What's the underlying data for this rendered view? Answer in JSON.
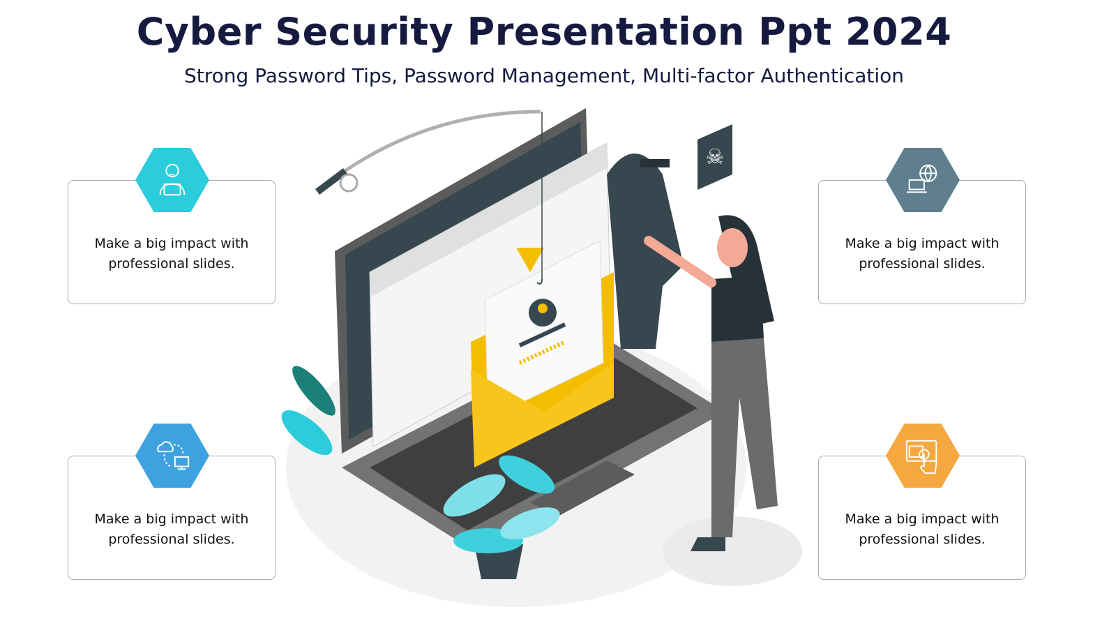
{
  "title": "Cyber Security Presentation Ppt 2024",
  "subtitle": "Strong Password Tips, Password Management, Multi-factor Authentication",
  "cards": [
    {
      "text": "Make a big impact with professional slides.",
      "icon": "support-agent-laptop-icon",
      "color": "#2bcddc"
    },
    {
      "text": "Make a big impact with professional slides.",
      "icon": "global-network-laptop-icon",
      "color": "#5f7f8f"
    },
    {
      "text": "Make a big impact with professional slides.",
      "icon": "cloud-sync-monitor-icon",
      "color": "#3fa2e0"
    },
    {
      "text": "Make a big impact with professional slides.",
      "icon": "touch-screen-icon",
      "color": "#f5a840"
    }
  ]
}
